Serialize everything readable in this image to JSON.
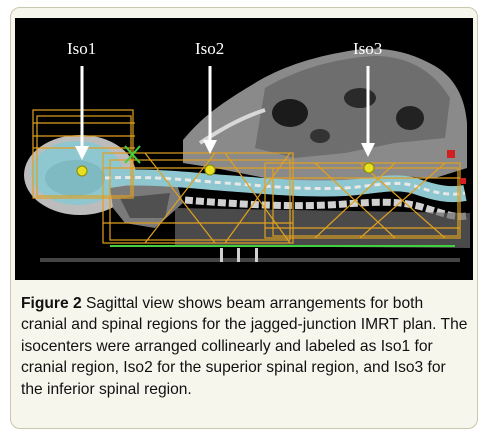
{
  "figure": {
    "labels": [
      "Iso1",
      "Iso2",
      "Iso3"
    ]
  },
  "caption": {
    "label": "Figure 2",
    "text": " Sagittal view shows beam arrangements for both cranial and spinal regions for the jagged-junction IMRT plan. The isocenters were arranged collinearly and labeled as Iso1 for cranial region, Iso2 for the superior spinal region, and Iso3 for the inferior spinal region."
  }
}
